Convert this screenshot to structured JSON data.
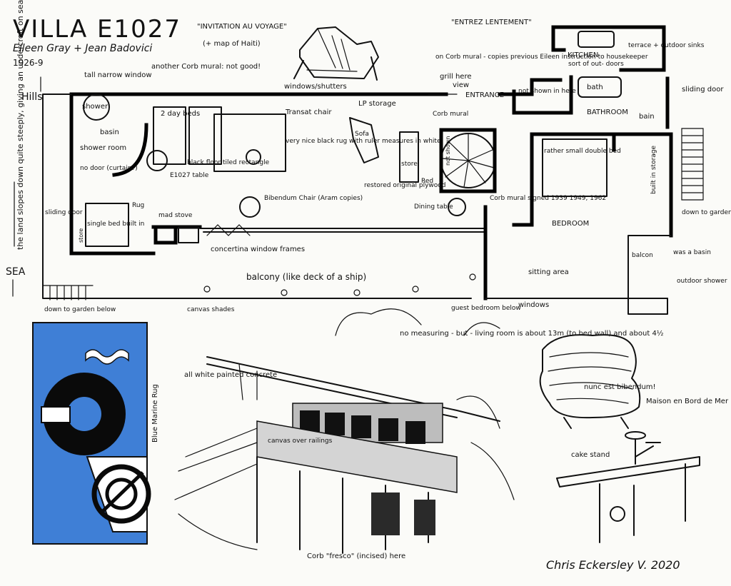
{
  "header": {
    "title": "VILLA E1027",
    "authors": "Eileen Gray + Jean Badovici",
    "dates": "1926-9"
  },
  "compass": {
    "hills": "Hills",
    "sea": "SEA",
    "slope_note": "the land slopes down quite steeply, giving an undercroft on sea side"
  },
  "plan_labels": {
    "invitation": "\"INVITATION AU VOYAGE\"",
    "haiti": "(+ map of Haiti)",
    "entrez": "\"ENTREZ LENTEMENT\"",
    "corb_mural_note": "on Corb mural - copies previous Eileen instruction to housekeeper",
    "kitchen": "KITCHEN",
    "kitchen_note": "sort of out- doors",
    "terrace": "terrace + outdoor sinks",
    "tall_window": "tall narrow window",
    "another_mural": "another Corb mural: not good!",
    "windows_shutters": "windows/shutters",
    "grill": "grill here",
    "view": "view",
    "entrance": "ENTRANCE",
    "not_shown": "not shown in here",
    "bath": "bath",
    "sliding_door_r": "sliding door",
    "shower": "shower",
    "basin": "basin",
    "shower_room": "shower room",
    "no_door": "no door (curtain?)",
    "day_beds": "2 day beds",
    "transat": "Transat chair",
    "black_rug": "very nice black rug with ruler measures in white",
    "lp_storage": "LP storage",
    "sofa": "Sofa",
    "store": "store",
    "corb_mural_small": "Corb mural",
    "bathroom": "BATHROOM",
    "bain": "bain",
    "built_in_storage": "built in storage",
    "black_floor": "black floor tiled rectangle",
    "table": "E1027 table",
    "rather_small": "rather small double bed",
    "restored": "restored original plywood",
    "red": "Red",
    "not_shown_2": "not shown",
    "bibendum_chair": "Bibendum Chair (Aram copies)",
    "sliding_door_l": "sliding door",
    "rug": "Rug",
    "mad_stove": "mad stove",
    "dining_table": "Dining table",
    "corb_mural_signed": "Corb mural signed 1939 1949, 1962",
    "bedroom": "BEDROOM",
    "down_garden_r": "down to garden",
    "single_bed": "single bed built in",
    "store_small": "store",
    "concertina": "concertina window frames",
    "balcon": "balcon",
    "was_basin": "was a basin",
    "balcony": "balcony (like deck of a ship)",
    "sitting_area": "sitting area",
    "outdoor_shower": "outdoor shower",
    "down_garden_l": "down to garden below",
    "canvas_shades": "canvas shades",
    "guest_bedroom": "guest bedroom below",
    "windows": "windows"
  },
  "lower_labels": {
    "no_measuring": "no measuring - but - living room is about 13m (to bed wall) and about 4½",
    "all_white": "all white painted concrete",
    "blue_rug": "Blue Marine Rug",
    "canvas_railings": "canvas over railings",
    "nunc_est": "nunc est bibendum!",
    "maison": "Maison en Bord de Mer",
    "cake_stand": "cake stand",
    "corb_fresco": "Corb \"fresco\" (incised) here",
    "signature": "Chris Eckersley V. 2020"
  },
  "colors": {
    "ink": "#111111",
    "rug_blue": "#3f7fd6",
    "rug_black": "#0a0a0a",
    "paper": "#fbfbf8"
  }
}
